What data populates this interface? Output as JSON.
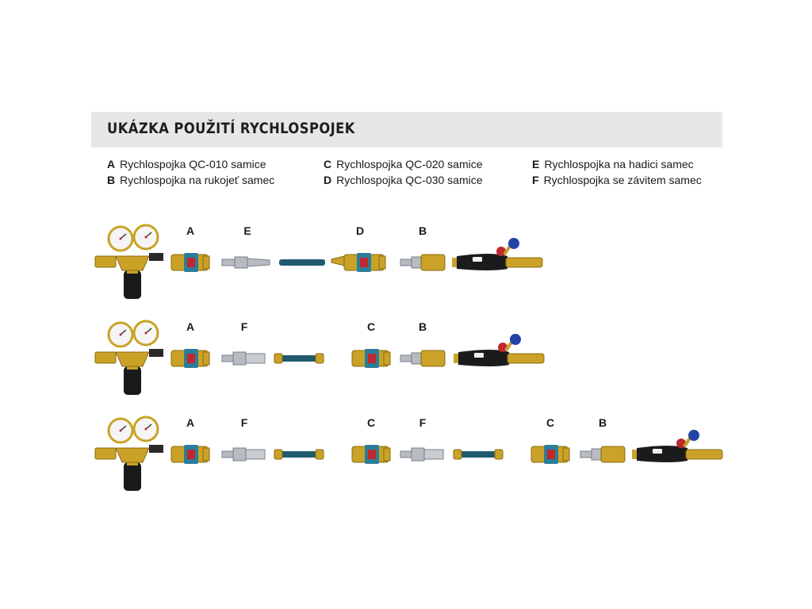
{
  "header": {
    "title": "UKÁZKA POUŽITÍ RYCHLOSPOJEK"
  },
  "legend": [
    {
      "key": "A",
      "text": "Rychlospojka QC-010 samice"
    },
    {
      "key": "B",
      "text": "Rychlospojka na rukojeť samec"
    },
    {
      "key": "C",
      "text": "Rychlospojka QC-020 samice"
    },
    {
      "key": "D",
      "text": "Rychlospojka QC-030 samice"
    },
    {
      "key": "E",
      "text": "Rychlospojka na hadici samec"
    },
    {
      "key": "F",
      "text": "Rychlospojka se závitem samec"
    }
  ],
  "rows": [
    {
      "parts": [
        "regulator",
        "A",
        "E",
        "hose",
        "D",
        "B",
        "torch-handle"
      ]
    },
    {
      "parts": [
        "regulator",
        "A",
        "F",
        "hose",
        "C",
        "B",
        "torch-handle"
      ]
    },
    {
      "parts": [
        "regulator",
        "A",
        "F",
        "hose",
        "C",
        "F",
        "hose",
        "C",
        "B",
        "torch-handle"
      ]
    }
  ],
  "colors": {
    "brass": "#c9a227",
    "steel": "#b7bcc2",
    "hose": "#1f5a6e",
    "coupling_label": "#2a7e9a",
    "handle": "#1b1b1b",
    "valve_red": "#c0282d",
    "valve_blue": "#2343a8"
  }
}
